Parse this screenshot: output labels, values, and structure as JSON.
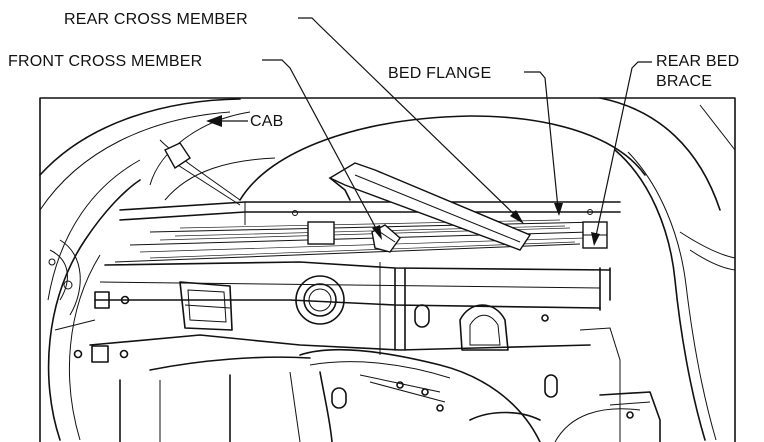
{
  "callouts": {
    "rear_cross_member": "REAR CROSS MEMBER",
    "front_cross_member": "FRONT CROSS MEMBER",
    "bed_flange": "BED FLANGE",
    "rear_bed_brace_line1": "REAR BED",
    "rear_bed_brace_line2": "BRACE",
    "cab": "CAB"
  },
  "style": {
    "line_color": "#111111",
    "background": "#ffffff"
  }
}
